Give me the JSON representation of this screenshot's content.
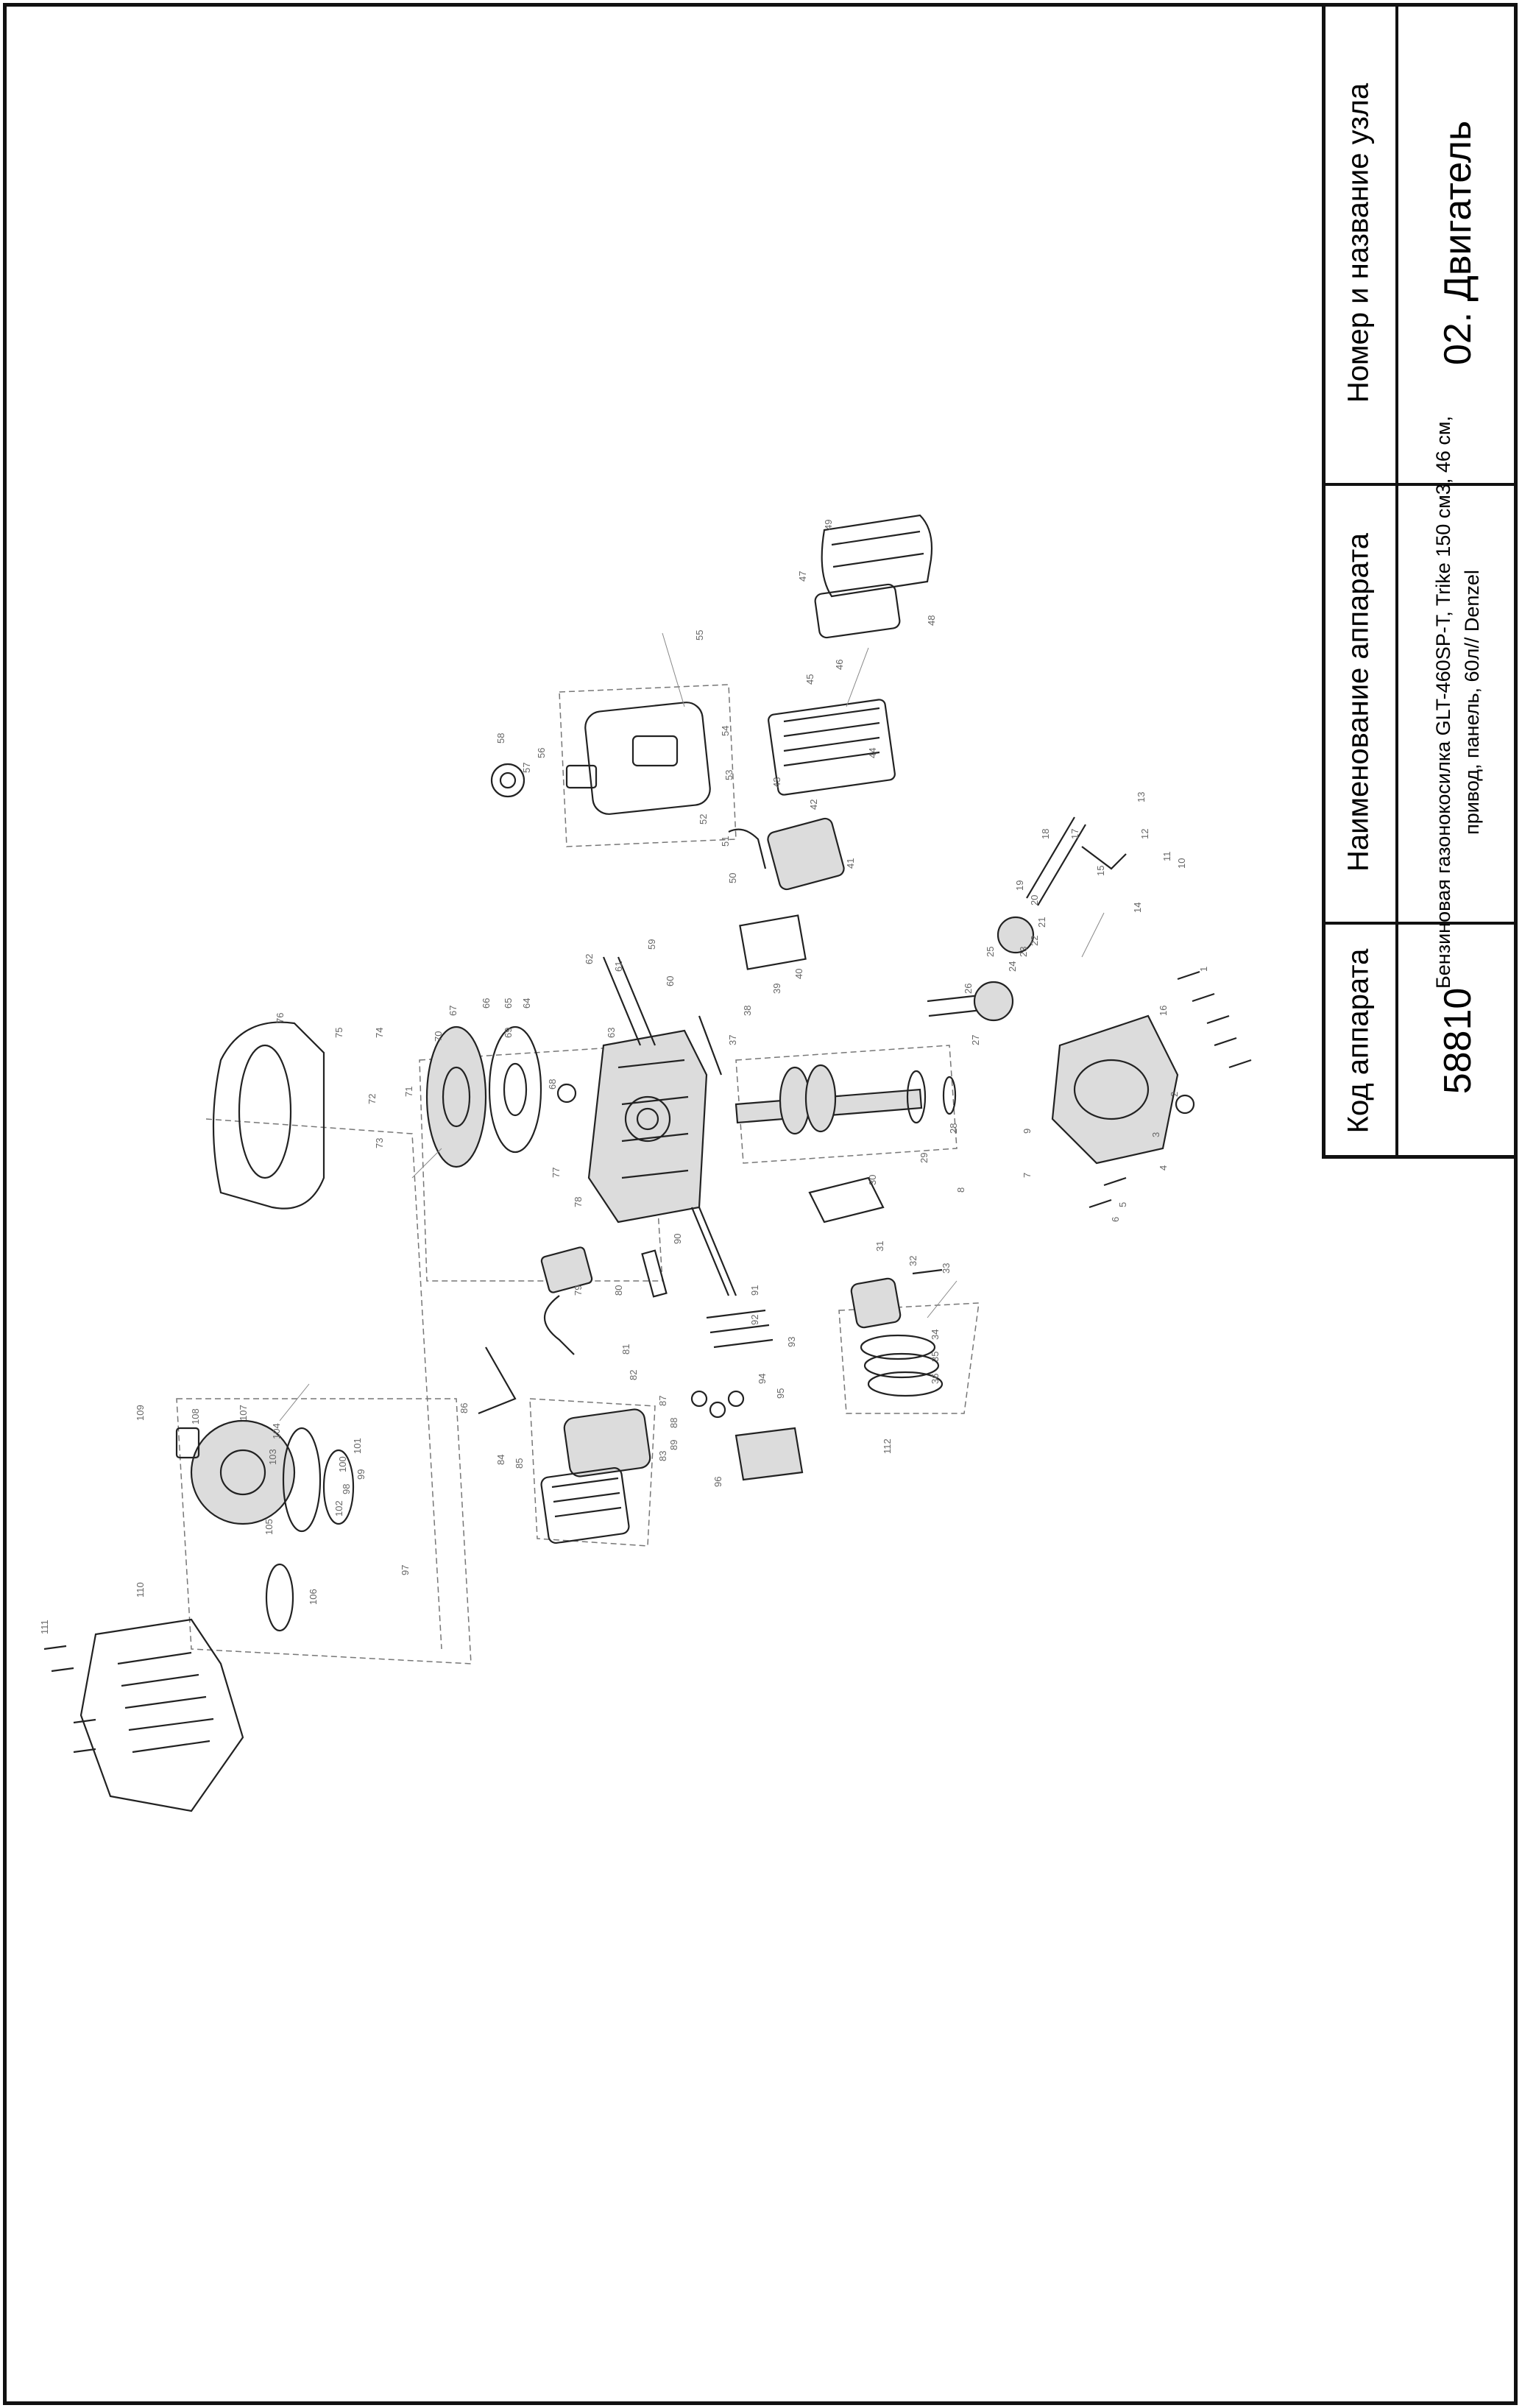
{
  "title_block": {
    "code_header": "Код аппарата",
    "code_value": "58810",
    "device_header": "Наименование аппарата",
    "device_value": "Бензиновая газонокосилка GLT-460SP-T, Trike 150 см3, 46 см, привод, панель, 60л// Denzel",
    "node_header": "Номер и название узла",
    "node_value": "02. Двигатель"
  },
  "diagram": {
    "part_numbers": [
      "1",
      "2",
      "3",
      "4",
      "5",
      "6",
      "7",
      "8",
      "9",
      "10",
      "11",
      "12",
      "13",
      "14",
      "15",
      "16",
      "17",
      "18",
      "19",
      "20",
      "21",
      "22",
      "23",
      "24",
      "25",
      "26",
      "27",
      "28",
      "29",
      "30",
      "31",
      "32",
      "33",
      "34",
      "35",
      "36",
      "37",
      "38",
      "39",
      "40",
      "41",
      "42",
      "43",
      "44",
      "45",
      "46",
      "47",
      "48",
      "49",
      "50",
      "51",
      "52",
      "53",
      "54",
      "55",
      "56",
      "57",
      "58",
      "59",
      "60",
      "61",
      "62",
      "63",
      "64",
      "65",
      "66",
      "67",
      "68",
      "69",
      "70",
      "71",
      "72",
      "73",
      "74",
      "75",
      "76",
      "77",
      "78",
      "79",
      "80",
      "81",
      "82",
      "83",
      "84",
      "85",
      "86",
      "87",
      "88",
      "89",
      "90",
      "91",
      "92",
      "93",
      "94",
      "95",
      "96",
      "97",
      "98",
      "99",
      "100",
      "101",
      "102",
      "103",
      "104",
      "105",
      "106",
      "107",
      "108",
      "109",
      "110",
      "111",
      "112"
    ]
  }
}
